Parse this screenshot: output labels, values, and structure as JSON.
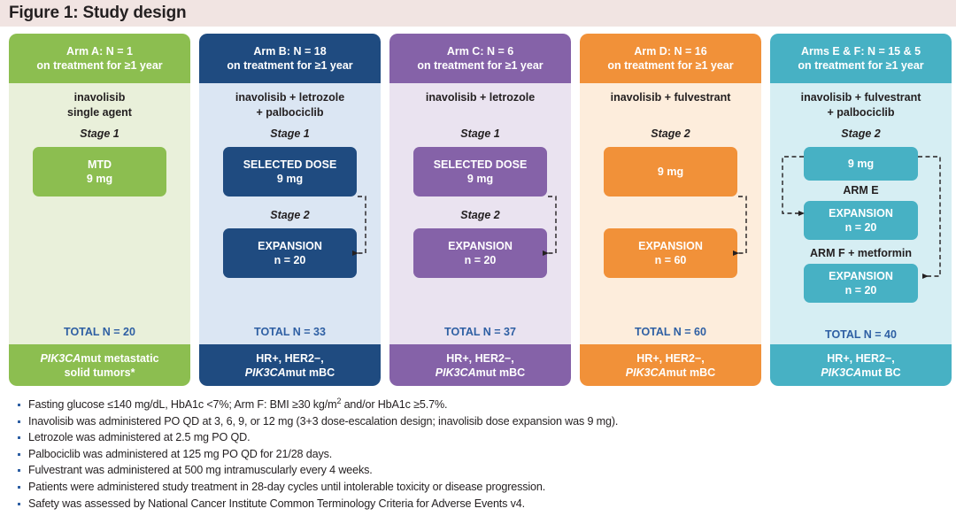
{
  "title": "Figure 1: Study design",
  "colors": {
    "green": "#8cbe50",
    "green_light": "#e9f0da",
    "navy": "#1f4b80",
    "navy_light": "#dbe6f3",
    "purple": "#8562a8",
    "purple_light": "#eae3f0",
    "orange": "#f19139",
    "orange_light": "#fdeddc",
    "teal": "#47b1c4",
    "teal_light": "#d6eef3",
    "total_text": "#2e5fa3"
  },
  "columns": [
    {
      "id": "arm-a",
      "header": "Arm A: N = 1\non treatment for ≥1 year",
      "header_line1": "Arm A: N = 1",
      "header_line2": "on treatment for ≥1 year",
      "regimen_line1": "inavolisib",
      "regimen_line2": "single agent",
      "stage1_label": "Stage 1",
      "box1_line1": "MTD",
      "box1_line2": "9 mg",
      "total": "TOTAL N = 20",
      "footer_prefix": "PIK3CA",
      "footer_line1_rest": "mut metastatic",
      "footer_line2": "solid tumors*"
    },
    {
      "id": "arm-b",
      "header_line1": "Arm B: N = 18",
      "header_line2": "on treatment for ≥1 year",
      "regimen_line1": "inavolisib + letrozole",
      "regimen_line2": "+ palbociclib",
      "stage1_label": "Stage 1",
      "box1_line1": "SELECTED DOSE",
      "box1_line2": "9 mg",
      "stage2_label": "Stage 2",
      "box2_line1": "EXPANSION",
      "box2_line2": "n = 20",
      "total": "TOTAL N = 33",
      "footer_line1": "HR+, HER2−,",
      "footer_prefix": "PIK3CA",
      "footer_line2_rest": "mut mBC"
    },
    {
      "id": "arm-c",
      "header_line1": "Arm C: N = 6",
      "header_line2": "on treatment for ≥1 year",
      "regimen_line1": "inavolisib + letrozole",
      "regimen_line2": "",
      "stage1_label": "Stage 1",
      "box1_line1": "SELECTED DOSE",
      "box1_line2": "9 mg",
      "stage2_label": "Stage 2",
      "box2_line1": "EXPANSION",
      "box2_line2": "n = 20",
      "total": "TOTAL N = 37",
      "footer_line1": "HR+, HER2−,",
      "footer_prefix": "PIK3CA",
      "footer_line2_rest": "mut mBC"
    },
    {
      "id": "arm-d",
      "header_line1": "Arm D: N = 16",
      "header_line2": "on treatment for ≥1 year",
      "regimen_line1": "inavolisib + fulvestrant",
      "regimen_line2": "",
      "stage1_label": "Stage 2",
      "box1_line1": "9 mg",
      "box1_line2": "",
      "box2_line1": "EXPANSION",
      "box2_line2": "n = 60",
      "total": "TOTAL N = 60",
      "footer_line1": "HR+, HER2−,",
      "footer_prefix": "PIK3CA",
      "footer_line2_rest": "mut mBC"
    },
    {
      "id": "arms-ef",
      "header_line1": "Arms E & F: N = 15 & 5",
      "header_line2": "on treatment for ≥1 year",
      "regimen_line1": "inavolisib + fulvestrant",
      "regimen_line2": "+ palbociclib",
      "stage1_label": "Stage 2",
      "box1_line1": "9 mg",
      "arm_e_label": "ARM E",
      "box2_line1": "EXPANSION",
      "box2_line2": "n = 20",
      "arm_f_label": "ARM F + metformin",
      "box3_line1": "EXPANSION",
      "box3_line2": "n = 20",
      "total": "TOTAL N = 40",
      "footer_line1": "HR+, HER2−,",
      "footer_prefix": "PIK3CA",
      "footer_line2_rest": "mut BC"
    }
  ],
  "notes": [
    "Fasting glucose ≤140 mg/dL, HbA1c <7%; Arm F: BMI ≥30 kg/m2 and/or HbA1c ≥5.7%.",
    "Inavolisib was administered PO QD at 3, 6, 9, or 12 mg (3+3 dose-escalation design; inavolisib dose expansion was 9 mg).",
    "Letrozole was administered at 2.5 mg PO QD.",
    "Palbociclib was administered at 125 mg PO QD for 21/28 days.",
    "Fulvestrant was administered at 500 mg intramuscularly every 4 weeks.",
    "Patients were administered study treatment in 28-day cycles until intolerable toxicity or disease progression.",
    "Safety was assessed by National Cancer Institute Common Terminology Criteria for Adverse Events v4."
  ]
}
